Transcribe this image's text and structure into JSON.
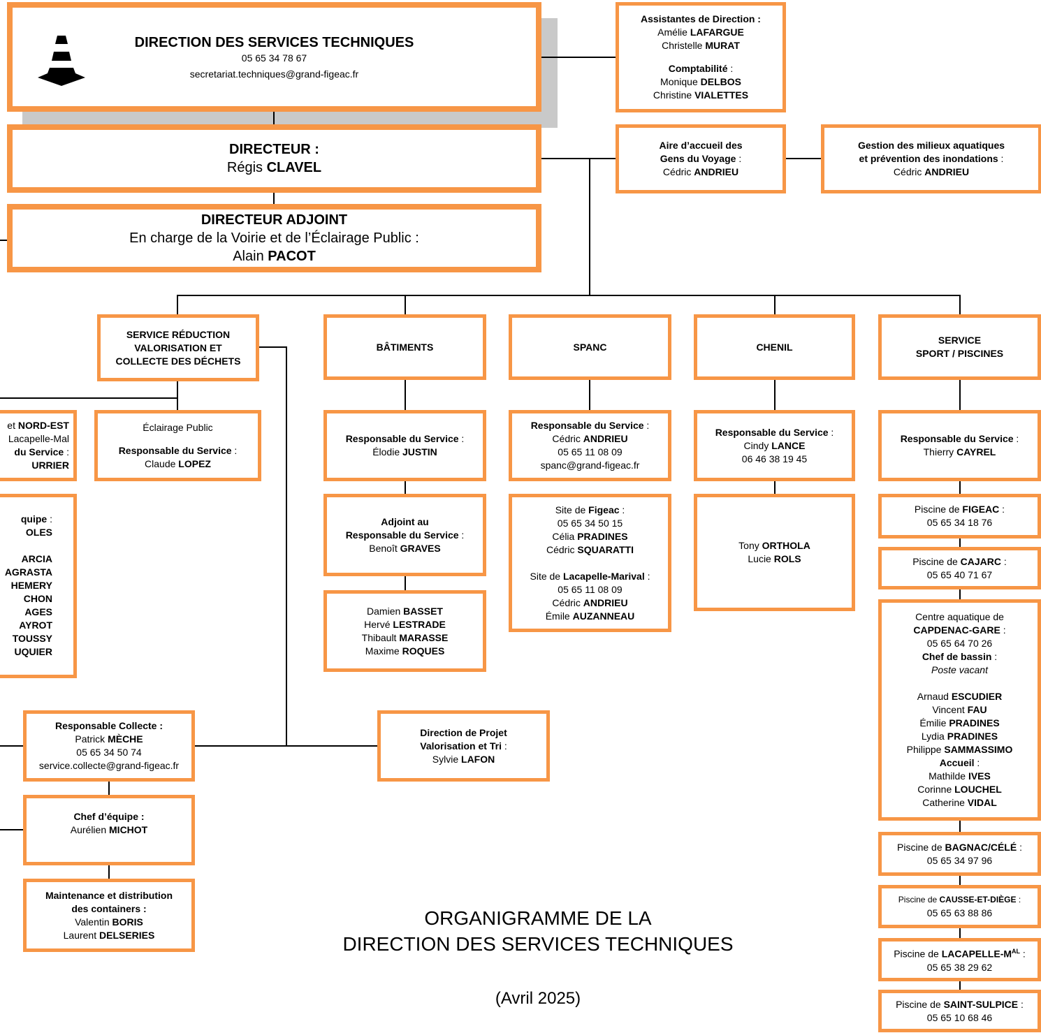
{
  "direction": {
    "name": "DIRECTION DES SERVICES TECHNIQUES",
    "phone": "05 65 34 78 67",
    "email": "secretariat.techniques@grand-figeac.fr",
    "icon": "traffic-cone-icon"
  },
  "assistantes": {
    "title": "Assistantes de Direction :",
    "p1_first": "Amélie",
    "p1_last": "LAFARGUE",
    "p2_first": "Christelle",
    "p2_last": "MURAT",
    "compta_label": "Comptabilité",
    "compta_suffix": " :",
    "p3_first": "Monique",
    "p3_last": "DELBOS",
    "p4_first": "Christine",
    "p4_last": "VIALETTES"
  },
  "directeur": {
    "title": "DIRECTEUR :",
    "first": "Régis",
    "last": "CLAVEL"
  },
  "adjoint": {
    "title": "DIRECTEUR ADJOINT",
    "line": "En charge de la Voirie et de l’Éclairage Public :",
    "first": "Alain",
    "last": "PACOT"
  },
  "aire": {
    "title1": "Aire d’accueil des",
    "title2": "Gens du Voyage",
    "suffix": " :",
    "first": "Cédric",
    "last": "ANDRIEU"
  },
  "gemapi": {
    "title1": "Gestion des milieux aquatiques",
    "title2": "et prévention des inondations",
    "suffix": " :",
    "first": "Cédric",
    "last": "ANDRIEU"
  },
  "services": {
    "dechets": {
      "l1": "SERVICE RÉDUCTION",
      "l2": "VALORISATION ET",
      "l3": "COLLECTE DES DÉCHETS"
    },
    "batiments": "BÂTIMENTS",
    "spanc": "SPANC",
    "chenil": "CHENIL",
    "sport": {
      "l1": "SERVICE",
      "l2": "SPORT / PISCINES"
    }
  },
  "nordest": {
    "l1a": "et ",
    "l1b": "NORD-EST",
    "l2": "Lacapelle-Mal",
    "l3": "du Service",
    "l3s": " :",
    "l4": "URRIER"
  },
  "equipe_left": {
    "title": "quipe",
    "suffix": " :",
    "head": "OLES",
    "names": [
      "ARCIA",
      "AGRASTA",
      "HEMERY",
      "CHON",
      "AGES",
      "AYROT",
      "TOUSSY",
      "UQUIER"
    ]
  },
  "eclairage": {
    "title": "Éclairage Public",
    "resp": "Responsable du Service",
    "suffix": " :",
    "first": "Claude",
    "last": "LOPEZ"
  },
  "batiments": {
    "resp_label": "Responsable du Service",
    "resp_suffix": " :",
    "resp_first": "Élodie",
    "resp_last": "JUSTIN",
    "adj_l1": "Adjoint au",
    "adj_l2": "Responsable du Service",
    "adj_suffix": " :",
    "adj_first": "Benoît",
    "adj_last": "GRAVES",
    "team": [
      {
        "first": "Damien",
        "last": "BASSET"
      },
      {
        "first": "Hervé",
        "last": "LESTRADE"
      },
      {
        "first": "Thibault",
        "last": "MARASSE"
      },
      {
        "first": "Maxime",
        "last": "ROQUES"
      }
    ]
  },
  "spanc": {
    "resp_label": "Responsable du Service",
    "resp_suffix": " :",
    "resp_first": "Cédric",
    "resp_last": "ANDRIEU",
    "phone": "05 65 11 08 09",
    "email": "spanc@grand-figeac.fr",
    "site1_prefix": "Site de ",
    "site1_name": "Figeac",
    "site1_suffix": " :",
    "site1_phone": "05 65 34 50 15",
    "site1_p1_first": "Célia",
    "site1_p1_last": "PRADINES",
    "site1_p2_first": "Cédric",
    "site1_p2_last": "SQUARATTI",
    "site2_prefix": "Site de ",
    "site2_name": "Lacapelle-Marival",
    "site2_suffix": " :",
    "site2_phone": "05 65 11 08 09",
    "site2_p1_first": "Cédric",
    "site2_p1_last": "ANDRIEU",
    "site2_p2_first": "Émile",
    "site2_p2_last": "AUZANNEAU"
  },
  "chenil": {
    "resp_label": "Responsable du Service",
    "resp_suffix": " :",
    "resp_first": "Cindy",
    "resp_last": "LANCE",
    "phone": "06 46 38 19 45",
    "team": [
      {
        "first": "Tony",
        "last": "ORTHOLA"
      },
      {
        "first": "Lucie",
        "last": "ROLS"
      }
    ]
  },
  "sport": {
    "resp_label": "Responsable du Service",
    "resp_suffix": " :",
    "resp_first": "Thierry",
    "resp_last": "CAYREL",
    "figeac": {
      "prefix": "Piscine de ",
      "name": "FIGEAC",
      "suffix": " :",
      "phone": "05 65 34 18 76"
    },
    "cajarc": {
      "prefix": "Piscine de ",
      "name": "CAJARC",
      "suffix": " :",
      "phone": "05 65 40 71 67"
    },
    "capdenac": {
      "l1": "Centre aquatique de",
      "name": "CAPDENAC-GARE",
      "suffix": " :",
      "phone": "05 65 64 70 26",
      "chef_label": "Chef de bassin",
      "chef_suffix": " :",
      "chef_value": "Poste vacant",
      "team": [
        {
          "first": "Arnaud",
          "last": "ESCUDIER"
        },
        {
          "first": "Vincent",
          "last": "FAU"
        },
        {
          "first": "Émilie",
          "last": "PRADINES"
        },
        {
          "first": "Lydia",
          "last": "PRADINES"
        },
        {
          "first": "Philippe",
          "last": "SAMMASSIMO"
        }
      ],
      "accueil_label": "Accueil",
      "accueil_suffix": " :",
      "accueil": [
        {
          "first": "Mathilde",
          "last": "IVES"
        },
        {
          "first": "Corinne",
          "last": "LOUCHEL"
        },
        {
          "first": "Catherine",
          "last": "VIDAL"
        }
      ]
    },
    "bagnac": {
      "prefix": "Piscine de ",
      "name": "BAGNAC/CÉLÉ",
      "suffix": " :",
      "phone": "05 65 34 97 96"
    },
    "causse": {
      "prefix": "Piscine de ",
      "name": "CAUSSE-ET-DIÈGE",
      "suffix": " :",
      "phone": "05 65 63 88 86"
    },
    "lacapelle": {
      "prefix": "Piscine de ",
      "name": "LACAPELLE-M",
      "sup": "AL",
      "suffix": " :",
      "phone": "05 65 38 29 62"
    },
    "stsulpice": {
      "prefix": "Piscine de ",
      "name": "SAINT-SULPICE",
      "suffix": " :",
      "phone": "05 65 10 68 46"
    }
  },
  "collecte": {
    "resp_label": "Responsable Collecte :",
    "first": "Patrick",
    "last": "MÈCHE",
    "phone": "05 65 34 50 74",
    "email": "service.collecte@grand-figeac.fr",
    "chef_label": "Chef d’équipe :",
    "chef_first": "Aurélien",
    "chef_last": "MICHOT",
    "maint_l1": "Maintenance et distribution",
    "maint_l2": "des containers :",
    "maint_team": [
      {
        "first": "Valentin",
        "last": "BORIS"
      },
      {
        "first": "Laurent",
        "last": "DELSERIES"
      }
    ]
  },
  "projet": {
    "l1": "Direction de Projet",
    "l2": "Valorisation et Tri",
    "suffix": " :",
    "first": "Sylvie",
    "last": "LAFON"
  },
  "footer": {
    "title1": "ORGANIGRAMME DE LA",
    "title2": "DIRECTION DES SERVICES TECHNIQUES",
    "date": "(Avril 2025)"
  }
}
